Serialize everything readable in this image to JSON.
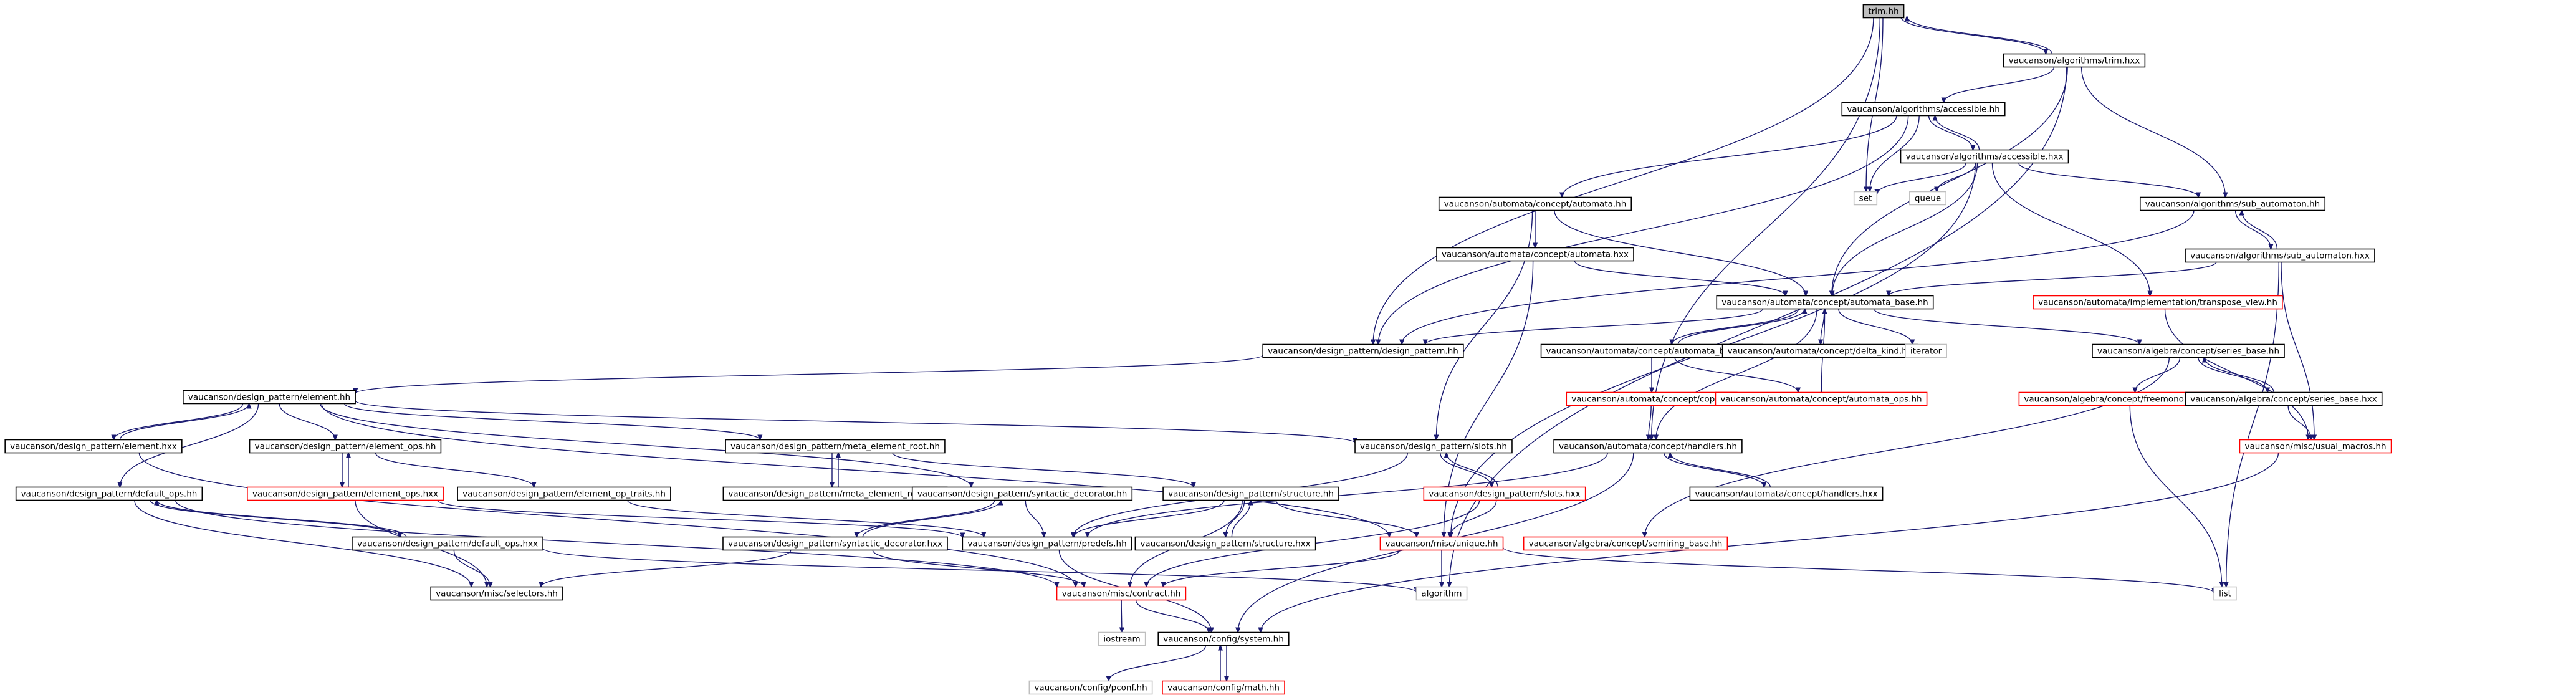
{
  "graph": {
    "title": "",
    "colors": {
      "edge": "#191970",
      "normal_border": "#000000",
      "undocumented_border": "#ff0000",
      "external_border": "#bfbfbf",
      "root_fill": "#bfbfbf",
      "normal_fill": "#ffffff",
      "text": "#000000"
    },
    "nodes": [
      {
        "id": "trim_hh",
        "label": "trim.hh",
        "kind": "root"
      },
      {
        "id": "trim_hxx",
        "label": "vaucanson/algorithms/trim.hxx",
        "kind": "normal"
      },
      {
        "id": "acc_hh",
        "label": "vaucanson/algorithms/accessible.hh",
        "kind": "normal"
      },
      {
        "id": "acc_hxx",
        "label": "vaucanson/algorithms/accessible.hxx",
        "kind": "normal"
      },
      {
        "id": "set",
        "label": "set",
        "kind": "external"
      },
      {
        "id": "queue",
        "label": "queue",
        "kind": "external"
      },
      {
        "id": "sub_hh",
        "label": "vaucanson/algorithms/sub_automaton.hh",
        "kind": "normal"
      },
      {
        "id": "sub_hxx",
        "label": "vaucanson/algorithms/sub_automaton.hxx",
        "kind": "normal"
      },
      {
        "id": "auto_hh",
        "label": "vaucanson/automata/concept/automata.hh",
        "kind": "normal"
      },
      {
        "id": "auto_hxx",
        "label": "vaucanson/automata/concept/automata.hxx",
        "kind": "normal"
      },
      {
        "id": "transpose",
        "label": "vaucanson/automata/implementation/transpose_view.hh",
        "kind": "undoc"
      },
      {
        "id": "ab_hh",
        "label": "vaucanson/automata/concept/automata_base.hh",
        "kind": "normal"
      },
      {
        "id": "dp_hh",
        "label": "vaucanson/design_pattern/design_pattern.hh",
        "kind": "normal"
      },
      {
        "id": "ab_hxx",
        "label": "vaucanson/automata/concept/automata_base.hxx",
        "kind": "normal"
      },
      {
        "id": "delta",
        "label": "vaucanson/automata/concept/delta_kind.hh",
        "kind": "normal"
      },
      {
        "id": "iterator",
        "label": "iterator",
        "kind": "external"
      },
      {
        "id": "sb_hh",
        "label": "vaucanson/algebra/concept/series_base.hh",
        "kind": "normal"
      },
      {
        "id": "copy",
        "label": "vaucanson/automata/concept/copy.hh",
        "kind": "undoc"
      },
      {
        "id": "aops",
        "label": "vaucanson/automata/concept/automata_ops.hh",
        "kind": "undoc"
      },
      {
        "id": "fmb",
        "label": "vaucanson/algebra/concept/freemonoid_base.hh",
        "kind": "undoc"
      },
      {
        "id": "sb_hxx",
        "label": "vaucanson/algebra/concept/series_base.hxx",
        "kind": "normal"
      },
      {
        "id": "el_hh",
        "label": "vaucanson/design_pattern/element.hh",
        "kind": "normal"
      },
      {
        "id": "el_hxx",
        "label": "vaucanson/design_pattern/element.hxx",
        "kind": "normal"
      },
      {
        "id": "eops_hh",
        "label": "vaucanson/design_pattern/element_ops.hh",
        "kind": "normal"
      },
      {
        "id": "eops_hxx",
        "label": "vaucanson/design_pattern/element_ops.hxx",
        "kind": "undoc"
      },
      {
        "id": "mer_hh",
        "label": "vaucanson/design_pattern/meta_element_root.hh",
        "kind": "normal"
      },
      {
        "id": "mer_hxx",
        "label": "vaucanson/design_pattern/meta_element_root.hxx",
        "kind": "normal"
      },
      {
        "id": "slots_hh",
        "label": "vaucanson/design_pattern/slots.hh",
        "kind": "normal"
      },
      {
        "id": "slots_hxx",
        "label": "vaucanson/design_pattern/slots.hxx",
        "kind": "undoc"
      },
      {
        "id": "hand_hh",
        "label": "vaucanson/automata/concept/handlers.hh",
        "kind": "normal"
      },
      {
        "id": "hand_hxx",
        "label": "vaucanson/automata/concept/handlers.hxx",
        "kind": "normal"
      },
      {
        "id": "um_hh",
        "label": "vaucanson/misc/usual_macros.hh",
        "kind": "undoc"
      },
      {
        "id": "dops_hh",
        "label": "vaucanson/design_pattern/default_ops.hh",
        "kind": "normal"
      },
      {
        "id": "dops_hxx",
        "label": "vaucanson/design_pattern/default_ops.hxx",
        "kind": "normal"
      },
      {
        "id": "eot_hh",
        "label": "vaucanson/design_pattern/element_op_traits.hh",
        "kind": "normal"
      },
      {
        "id": "sd_hh",
        "label": "vaucanson/design_pattern/syntactic_decorator.hh",
        "kind": "normal"
      },
      {
        "id": "sd_hxx",
        "label": "vaucanson/design_pattern/syntactic_decorator.hxx",
        "kind": "normal"
      },
      {
        "id": "st_hh",
        "label": "vaucanson/design_pattern/structure.hh",
        "kind": "normal"
      },
      {
        "id": "st_hxx",
        "label": "vaucanson/design_pattern/structure.hxx",
        "kind": "normal"
      },
      {
        "id": "predefs",
        "label": "vaucanson/design_pattern/predefs.hh",
        "kind": "normal"
      },
      {
        "id": "unique",
        "label": "vaucanson/misc/unique.hh",
        "kind": "undoc"
      },
      {
        "id": "semiring",
        "label": "vaucanson/algebra/concept/semiring_base.hh",
        "kind": "undoc"
      },
      {
        "id": "selectors",
        "label": "vaucanson/misc/selectors.hh",
        "kind": "normal"
      },
      {
        "id": "contract",
        "label": "vaucanson/misc/contract.hh",
        "kind": "undoc"
      },
      {
        "id": "algorithm",
        "label": "algorithm",
        "kind": "external"
      },
      {
        "id": "list",
        "label": "list",
        "kind": "external"
      },
      {
        "id": "iostream",
        "label": "iostream",
        "kind": "external"
      },
      {
        "id": "system",
        "label": "vaucanson/config/system.hh",
        "kind": "normal"
      },
      {
        "id": "pconf",
        "label": "vaucanson/config/pconf.hh",
        "kind": "external"
      },
      {
        "id": "math",
        "label": "vaucanson/config/math.hh",
        "kind": "undoc"
      }
    ]
  }
}
